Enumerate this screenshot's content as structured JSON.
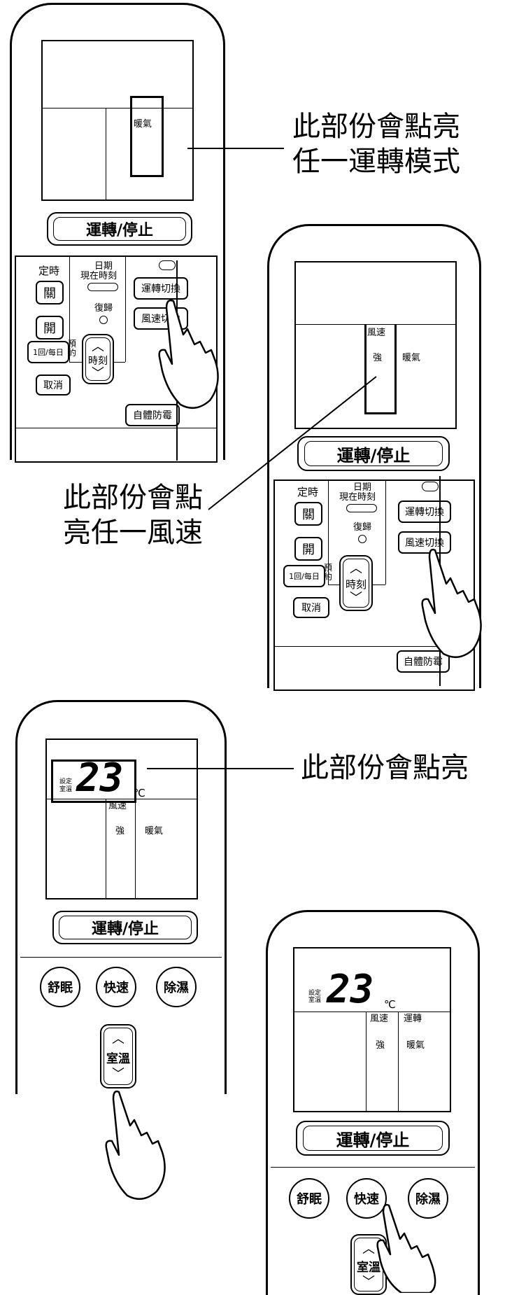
{
  "panel1": {
    "mode_label": "暖氣",
    "power_button": "運轉/停止",
    "timer_label": "定時",
    "date_label": "日期",
    "clock_label": "現在時刻",
    "reset_label": "復歸",
    "off_button": "關",
    "on_button": "開",
    "mode_switch_button": "運轉切換",
    "fan_switch_button": "風速切換",
    "daily_button": "1回/每日",
    "reserve_label": "預約",
    "time_button": "時刻",
    "cancel_button": "取消",
    "self_clean_button": "自體防霉"
  },
  "callout1": {
    "line1": "此部份會點亮",
    "line2": "任一運轉模式"
  },
  "panel2": {
    "fan_label": "風速",
    "fan_value": "強",
    "mode_label": "暖氣",
    "power_button": "運轉/停止",
    "timer_label": "定時",
    "date_label": "日期",
    "clock_label": "現在時刻",
    "reset_label": "復歸",
    "off_button": "關",
    "on_button": "開",
    "mode_switch_button": "運轉切換",
    "fan_switch_button": "風速切換",
    "daily_button": "1回/每日",
    "reserve_label": "預約",
    "time_button": "時刻",
    "cancel_button": "取消",
    "self_clean_button": "自體防霉"
  },
  "callout2": {
    "line1": "此部份會點",
    "line2": "亮任一風速"
  },
  "panel3": {
    "set_label": "設定",
    "room_label": "室溫",
    "temperature": "23",
    "unit": "℃",
    "fan_label": "風速",
    "fan_value": "強",
    "mode_label": "暖氣",
    "power_button": "運轉/停止",
    "sleep_button": "舒眠",
    "fast_button": "快速",
    "dehumid_button": "除濕",
    "room_temp_button": "室溫"
  },
  "callout3": {
    "line1": "此部份會點亮"
  },
  "panel4": {
    "set_label": "設定",
    "room_label": "室溫",
    "temperature": "23",
    "unit": "℃",
    "fan_label": "風速",
    "run_label": "運轉",
    "fan_value": "強",
    "mode_label": "暖氣",
    "power_button": "運轉/停止",
    "sleep_button": "舒眠",
    "fast_button": "快速",
    "dehumid_button": "除濕",
    "room_temp_button": "室溫"
  }
}
